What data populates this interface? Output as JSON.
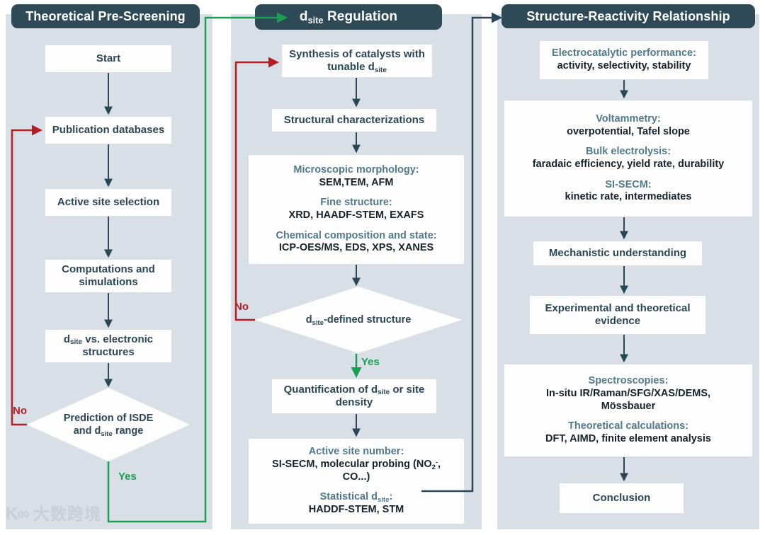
{
  "figure": {
    "type": "flowchart",
    "title": "Workflow for d-site regulation and structure-reactivity study",
    "watermark": {
      "logo": "K∞",
      "text": "大数跨境"
    },
    "colors": {
      "panel_bg": "#d9dfe7",
      "header_bg": "#2f4a57",
      "node_bg": "#fdfdfd",
      "arrow_navy": "#2b4756",
      "branch_no_red": "#b51f24",
      "branch_yes_green": "#18a050",
      "subheading_teal": "#51798c",
      "detail_dark": "#17222b"
    }
  },
  "panels": [
    {
      "id": "pre-screening",
      "header": "Theoretical Pre-Screening",
      "nodes": [
        {
          "id": "start",
          "lines": [
            {
              "text": "Start",
              "style": "title"
            }
          ]
        },
        {
          "id": "publication-databases",
          "lines": [
            {
              "text": "Publication databases",
              "style": "title"
            }
          ]
        },
        {
          "id": "active-site-selection",
          "lines": [
            {
              "text": "Active site selection",
              "style": "title"
            }
          ]
        },
        {
          "id": "computations-and-simulations",
          "lines": [
            {
              "text": "Computations and",
              "style": "title"
            },
            {
              "text": "simulations",
              "style": "title"
            }
          ]
        },
        {
          "id": "dsite-vs-electronic-structures",
          "lines": [
            {
              "html": "d<sub>site</sub> vs. electronic",
              "style": "title"
            },
            {
              "text": "structures",
              "style": "title"
            }
          ]
        }
      ],
      "decision": {
        "id": "prediction-of-isde",
        "lines": [
          {
            "text": "Prediction of ISDE",
            "style": "title"
          },
          {
            "html": "and d<sub>site</sub> range",
            "style": "title"
          }
        ],
        "branch_no": "No",
        "branch_yes": "Yes"
      }
    },
    {
      "id": "dsite-regulation",
      "header_html": "d<sub>site</sub> Regulation",
      "header": "dsite Regulation",
      "nodes": [
        {
          "id": "synthesis-of-catalysts",
          "lines": [
            {
              "text": "Synthesis of catalysts with",
              "style": "title"
            },
            {
              "html": "tunable d<sub>site</sub>",
              "style": "title"
            }
          ]
        },
        {
          "id": "structural-characterizations",
          "lines": [
            {
              "text": "Structural characterizations",
              "style": "title"
            }
          ]
        },
        {
          "id": "characterization-methods",
          "lines": [
            {
              "text": "Microscopic morphology:",
              "style": "sub"
            },
            {
              "text": "SEM,TEM, AFM",
              "style": "dk"
            },
            {
              "text": "",
              "style": "gap"
            },
            {
              "text": "Fine structure:",
              "style": "sub"
            },
            {
              "text": "XRD, HAADF-STEM, EXAFS",
              "style": "dk"
            },
            {
              "text": "",
              "style": "gap"
            },
            {
              "text": "Chemical composition and state:",
              "style": "sub"
            },
            {
              "text": "ICP-OES/MS, EDS, XPS, XANES",
              "style": "dk"
            }
          ]
        },
        {
          "id": "quantification-of-dsite",
          "lines": [
            {
              "html": "Quantification of d<sub>site</sub> or site",
              "style": "title"
            },
            {
              "text": "density",
              "style": "title"
            }
          ]
        },
        {
          "id": "active-site-number",
          "lines": [
            {
              "text": "Active site number:",
              "style": "sub"
            },
            {
              "html": "SI-SECM, molecular probing (NO<sub>2</sub><sup>-</sup>,",
              "style": "dk"
            },
            {
              "text": "CO...)",
              "style": "dk"
            },
            {
              "text": "",
              "style": "gap"
            },
            {
              "html": "Statistical d<sub>site</sub>:",
              "style": "sub"
            },
            {
              "text": "HADDF-STEM, STM",
              "style": "dk"
            }
          ]
        }
      ],
      "decision": {
        "id": "dsite-defined-structure",
        "lines": [
          {
            "html": "d<sub>site</sub>-defined structure",
            "style": "title"
          }
        ],
        "branch_no": "No",
        "branch_yes": "Yes"
      }
    },
    {
      "id": "structure-reactivity",
      "header": "Structure-Reactivity Relationship",
      "nodes": [
        {
          "id": "electrocatalytic-performance",
          "lines": [
            {
              "text": "Electrocatalytic performance:",
              "style": "sub"
            },
            {
              "text": "activity, selectivity, stability",
              "style": "dk"
            }
          ]
        },
        {
          "id": "performance-methods",
          "lines": [
            {
              "text": "Voltammetry:",
              "style": "sub"
            },
            {
              "text": "overpotential, Tafel slope",
              "style": "dk"
            },
            {
              "text": "",
              "style": "gap"
            },
            {
              "text": "Bulk electrolysis:",
              "style": "sub"
            },
            {
              "text": "faradaic efficiency, yield rate, durability",
              "style": "dk"
            },
            {
              "text": "",
              "style": "gap"
            },
            {
              "text": "SI-SECM:",
              "style": "sub"
            },
            {
              "text": "kinetic rate, intermediates",
              "style": "dk"
            }
          ]
        },
        {
          "id": "mechanistic-understanding",
          "lines": [
            {
              "text": "Mechanistic understanding",
              "style": "title"
            }
          ]
        },
        {
          "id": "experimental-and-theoretical-evidence",
          "lines": [
            {
              "text": "Experimental and theoretical",
              "style": "title"
            },
            {
              "text": "evidence",
              "style": "title"
            }
          ]
        },
        {
          "id": "spectroscopies-and-calculations",
          "lines": [
            {
              "text": "Spectroscopies:",
              "style": "sub"
            },
            {
              "text": "In-situ IR/Raman/SFG/XAS/DEMS,",
              "style": "dk"
            },
            {
              "text": "Mössbauer",
              "style": "dk"
            },
            {
              "text": "",
              "style": "gap"
            },
            {
              "text": "Theoretical calculations:",
              "style": "sub"
            },
            {
              "text": "DFT, AIMD, finite element analysis",
              "style": "dk"
            }
          ]
        },
        {
          "id": "conclusion",
          "lines": [
            {
              "text": "Conclusion",
              "style": "title"
            }
          ]
        }
      ]
    }
  ]
}
